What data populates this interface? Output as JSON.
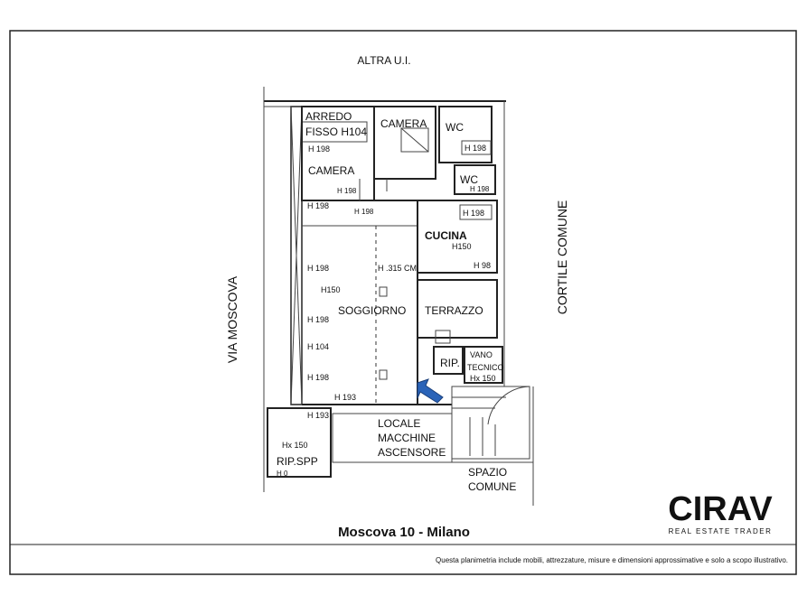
{
  "plan": {
    "neighbor_top": "ALTRA U.I.",
    "street_left": "VIA MOSCOVA",
    "court_right": "CORTILE COMUNE",
    "title": "Moscova 10 - Milano",
    "disclaimer": "Questa planimetria include mobili, attrezzature, misure e dimensioni approssimative e solo a scopo illustrativo."
  },
  "rooms": {
    "arredo_1": "ARREDO",
    "arredo_2": "FISSO H104",
    "camera_left": "CAMERA",
    "camera_top": "CAMERA",
    "wc_top": "WC",
    "wc_mid": "WC",
    "cucina": "CUCINA",
    "soggiorno": "SOGGIORNO",
    "terrazzo": "TERRAZZO",
    "rip": "RIP.",
    "vano_1": "VANO",
    "vano_2": "TECNICO",
    "locale_1": "LOCALE",
    "locale_2": "MACCHINE",
    "locale_3": "ASCENSORE",
    "spazio_1": "SPAZIO",
    "spazio_2": "COMUNE",
    "rip_spp": "RIP.SPP"
  },
  "heights": {
    "h198_a": "H 198",
    "h198_wc1": "H 198",
    "h198_wc2": "H 198",
    "h198_wc3": "H 198",
    "h198_b": "H 198",
    "h198_c": "H 198",
    "h198_d": "H 198",
    "h198_e": "H 198",
    "h198_f": "H 198",
    "h198_g": "H 198",
    "h150_cucina": "H150",
    "h98": "H 98",
    "h315": "H .315 CM",
    "h150_left": "H150",
    "h104": "H 104",
    "h193_a": "H 193",
    "h193_b": "H 193",
    "hx150_vano": "Hx 150",
    "hx150_rip": "Hx 150",
    "h0": "H 0"
  },
  "logo": {
    "name": "CIRAV",
    "tagline": "REAL ESTATE TRADER",
    "colors": {
      "primary": "#1f3a5f",
      "accent": "#e05a2a"
    }
  },
  "arrow_color": "#2a63b8"
}
